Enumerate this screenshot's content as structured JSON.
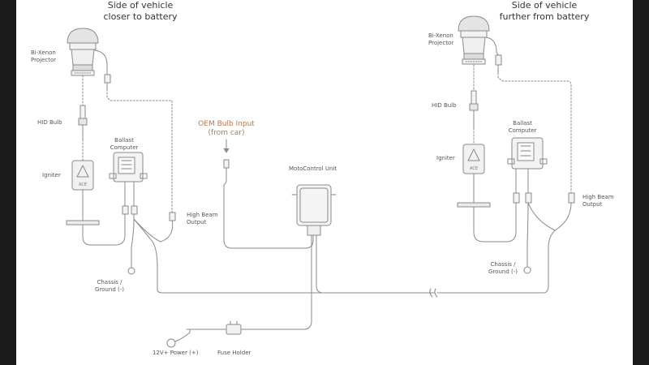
{
  "left_side": {
    "heading_line1": "Side of vehicle",
    "heading_line2": "closer to battery",
    "projector_line1": "Bi-Xenon",
    "projector_line2": "Projector",
    "hid_bulb": "HID Bulb",
    "ballast_line1": "Ballast",
    "ballast_line2": "Computer",
    "igniter": "Igniter",
    "high_beam_line1": "High Beam",
    "high_beam_line2": "Output",
    "chassis_line1": "Chassis /",
    "chassis_line2": "Ground (-)"
  },
  "right_side": {
    "heading_line1": "Side of vehicle",
    "heading_line2": "further from battery",
    "projector_line1": "Bi-Xenon",
    "projector_line2": "Projector",
    "hid_bulb": "HID Bulb",
    "ballast_line1": "Ballast",
    "ballast_line2": "Computer",
    "igniter": "Igniter",
    "high_beam_line1": "High Beam",
    "high_beam_line2": "Output",
    "chassis_line1": "Chassis /",
    "chassis_line2": "Ground (-)"
  },
  "center": {
    "oem_line1": "OEM Bulb Input",
    "oem_line2": "(from car)",
    "motocontrol": "MotoControl Unit",
    "power": "12V+ Power (+)",
    "fuse_holder": "Fuse Holder"
  },
  "colors": {
    "line": "#8a8a8a",
    "accent": "#b8784a",
    "page_background": "#1a1a1a",
    "canvas_background": "#ffffff"
  }
}
